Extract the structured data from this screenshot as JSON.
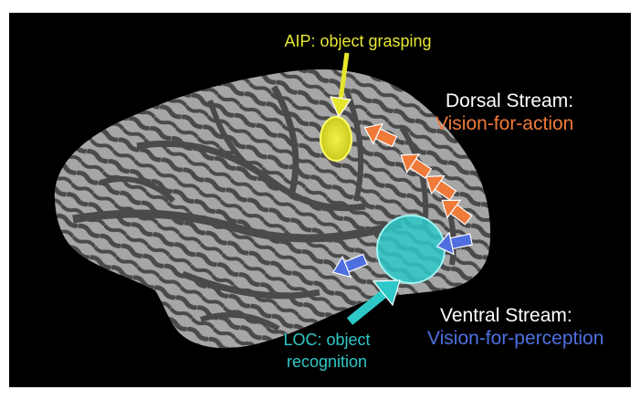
{
  "labels": {
    "aip": "AIP: object grasping",
    "dorsal_title": "Dorsal Stream:",
    "dorsal_sub": "Vision-for-action",
    "ventral_title": "Ventral Stream:",
    "ventral_sub": "Vision-for-perception",
    "loc_line1": "LOC: object",
    "loc_line2": "recognition"
  },
  "colors": {
    "background": "#000000",
    "frame": "#ffffff",
    "brain_dark": "#4a4a4a",
    "brain_light": "#a6a6a6",
    "aip": "#e6e62e",
    "dorsal": "#f07a3a",
    "ventral": "#4f6fe0",
    "loc": "#2ec8c8",
    "title_text": "#ffffff"
  }
}
